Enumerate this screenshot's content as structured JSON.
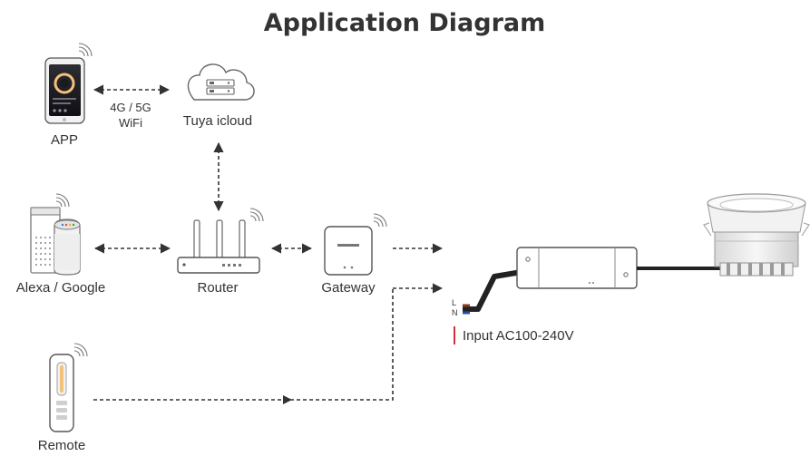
{
  "title": "Application Diagram",
  "nodes": {
    "app": "APP",
    "link_label_line1": "4G / 5G",
    "link_label_line2": "WiFi",
    "cloud": "Tuya icloud",
    "alexa": "Alexa / Google",
    "router": "Router",
    "gateway": "Gateway",
    "remote": "Remote",
    "input": "Input AC100-240V",
    "terminal_l": "L",
    "terminal_n": "N"
  },
  "colors": {
    "text": "#333333",
    "connector": "#333333",
    "input_marker": "#d0303a",
    "wire_brown": "#8b3a1e",
    "wire_blue": "#2a4fa0",
    "app_ring": "#f2c27a"
  },
  "icons": [
    "phone-icon",
    "cloud-icon",
    "smart-speaker-icon",
    "router-icon",
    "gateway-icon",
    "remote-icon",
    "driver-icon",
    "downlight-icon",
    "wifi-icon"
  ]
}
